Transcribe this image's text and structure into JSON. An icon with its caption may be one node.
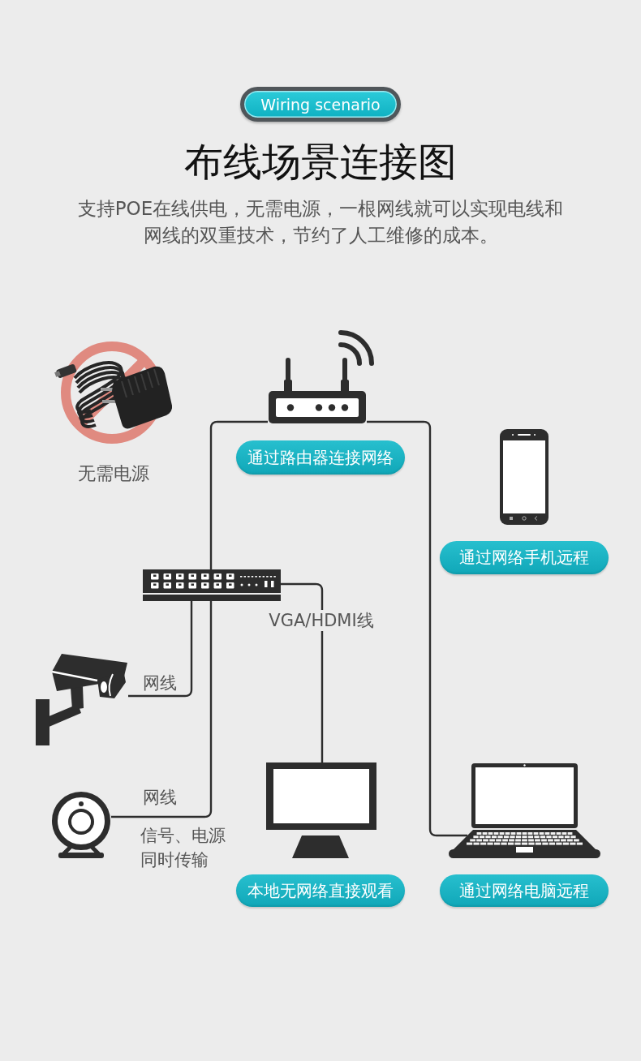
{
  "diagram": {
    "title": "布线场景连接图",
    "nodes": [
      {
        "text": [
          "Wiring scenario"
        ]
      },
      {
        "text": [],
        "shape": "picture"
      },
      {
        "text": [
          "通过路由器连接网络"
        ]
      },
      {
        "text": [
          "通过网络手机远程"
        ]
      },
      {
        "text": [],
        "shape": "picture"
      },
      {
        "text": [],
        "shape": "picture"
      },
      {
        "text": [],
        "shape": "picture"
      },
      {
        "text": [],
        "shape": "picture"
      },
      {
        "text": [],
        "shape": "picture"
      },
      {
        "text": [
          "本地无网络直接观看"
        ]
      },
      {
        "text": [
          "通过网络电脑远程"
        ]
      }
    ],
    "edges": [
      {
        "from": 1,
        "to": 4,
        "arrow": "none"
      },
      {
        "from": 4,
        "to": 5,
        "arrow": "none",
        "label": "网线"
      },
      {
        "from": 4,
        "to": 6,
        "arrow": "none",
        "label": "网线"
      },
      {
        "from": 4,
        "to": 7,
        "arrow": "none",
        "label": "VGA/HDMI线"
      },
      {
        "from": 1,
        "to": 8,
        "arrow": "none"
      }
    ],
    "labels": [
      "支持POE在线供电，无需电源，一根网线就可以实现电线和网线的双重技术，节约了人工维修的成本。",
      "无需电源",
      "信号、电源同时传输"
    ]
  }
}
